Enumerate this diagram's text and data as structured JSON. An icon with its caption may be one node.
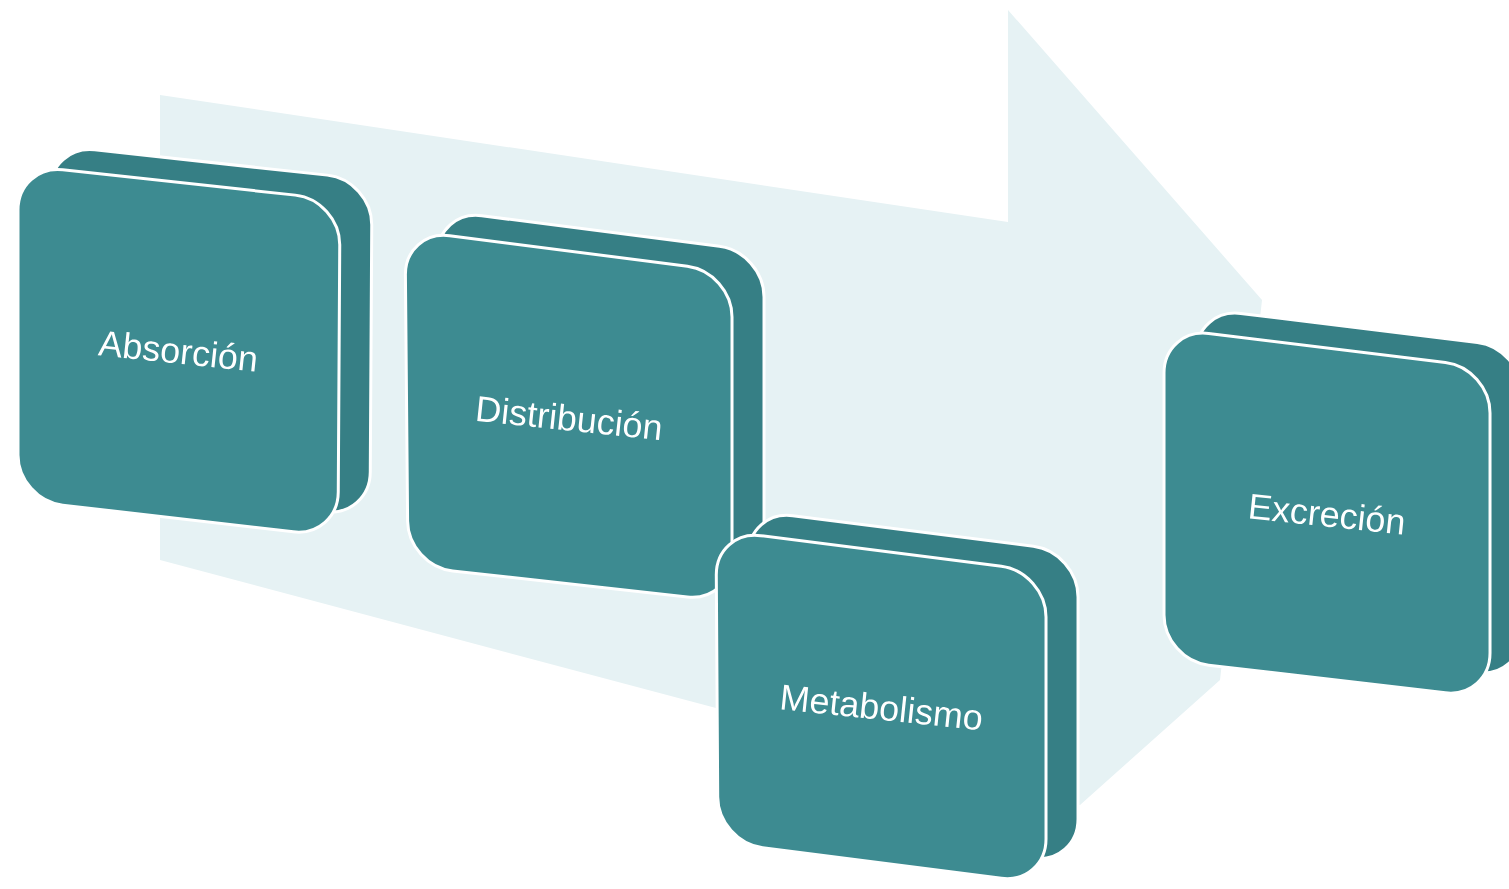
{
  "diagram": {
    "nodes": [
      {
        "text": [
          "Absorción"
        ]
      },
      {
        "text": [
          "Distribución"
        ]
      },
      {
        "text": [
          "Metabolismo"
        ]
      },
      {
        "text": [
          "Excreción"
        ]
      }
    ]
  }
}
